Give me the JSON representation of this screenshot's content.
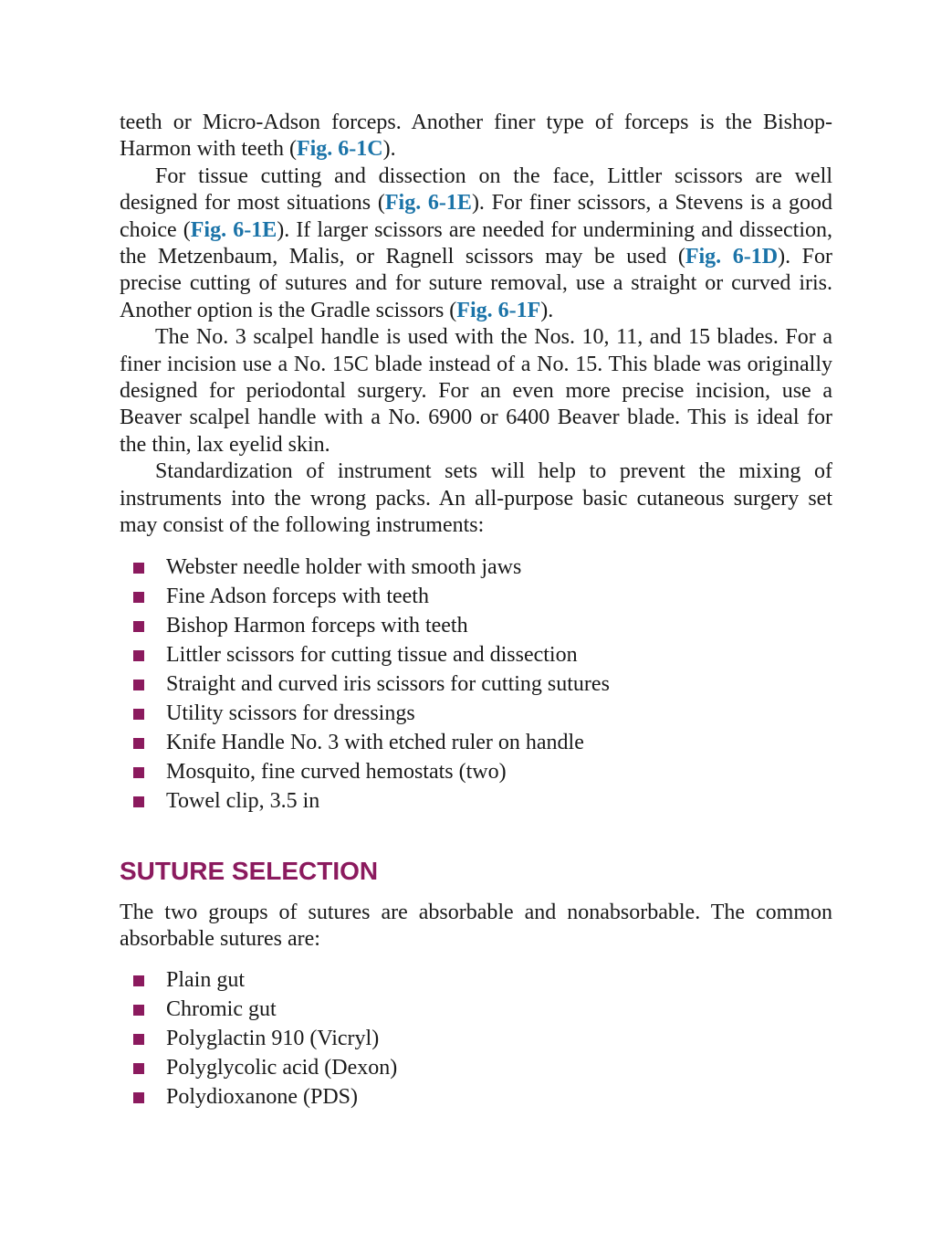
{
  "paragraphs": {
    "p1": {
      "t1": "teeth or Micro-Adson forceps. Another finer type of forceps is the Bishop-Harmon with teeth (",
      "fig1": "Fig. 6-1C",
      "t2": ")."
    },
    "p2": {
      "t1": "For tissue cutting and dissection on the face, Littler scissors are well designed for most situations (",
      "fig1": "Fig. 6-1E",
      "t2": "). For finer scissors, a Stevens is a good choice (",
      "fig2": "Fig. 6-1E",
      "t3": "). If larger scissors are needed for undermining and dissection, the Metzenbaum, Malis, or Ragnell scissors may be used (",
      "fig3": "Fig. 6-1D",
      "t4": "). For precise cutting of sutures and for suture removal, use a straight or curved iris. Another option is the Gradle scissors (",
      "fig4": "Fig. 6-1F",
      "t5": ")."
    },
    "p3": "The No. 3 scalpel handle is used with the Nos. 10, 11, and 15 blades. For a finer incision use a No. 15C blade instead of a No. 15. This blade was originally designed for periodontal surgery. For an even more precise incision, use a Beaver scalpel handle with a No. 6900 or 6400 Beaver blade. This is ideal for the thin, lax eyelid skin.",
    "p4": "Standardization of instrument sets will help to prevent the mixing of instruments into the wrong packs. An all-purpose basic cutaneous surgery set may consist of the following instruments:"
  },
  "instruments": [
    "Webster needle holder with smooth jaws",
    "Fine Adson forceps with teeth",
    "Bishop Harmon forceps with teeth",
    "Littler scissors for cutting tissue and dissection",
    "Straight and curved iris scissors for cutting sutures",
    "Utility scissors for dressings",
    "Knife Handle No. 3 with etched ruler on handle",
    "Mosquito, fine curved hemostats (two)",
    "Towel clip, 3.5 in"
  ],
  "section_heading": "SUTURE SELECTION",
  "section_intro": "The two groups of sutures are absorbable and nonabsorbable. The common absorbable sutures are:",
  "absorbable_sutures": [
    "Plain gut",
    "Chromic gut",
    "Polyglactin 910 (Vicryl)",
    "Polyglycolic acid (Dexon)",
    "Polydioxanone (PDS)"
  ],
  "colors": {
    "link": "#1a73a8",
    "accent": "#8b1a5e",
    "text": "#1a1a1a"
  }
}
